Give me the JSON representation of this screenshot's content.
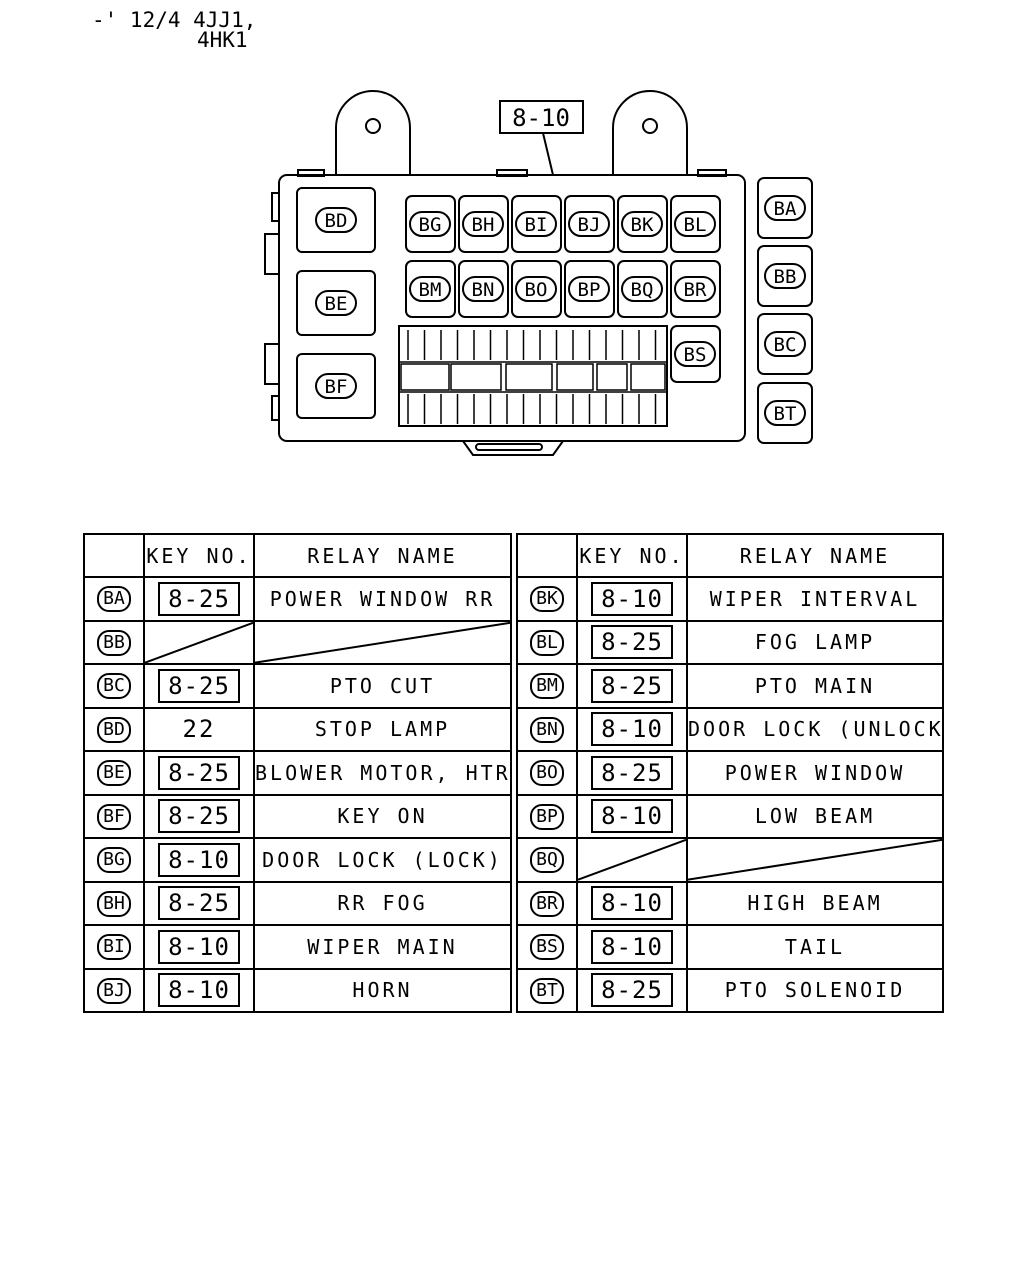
{
  "header": {
    "line1": "-' 12/4 4JJ1,",
    "line2": "4HK1"
  },
  "diagram": {
    "top_key": "8-10",
    "left_relays": [
      "BD",
      "BE",
      "BF"
    ],
    "grid_row1": [
      "BG",
      "BH",
      "BI",
      "BJ",
      "BK",
      "BL"
    ],
    "grid_row2": [
      "BM",
      "BN",
      "BO",
      "BP",
      "BQ",
      "BR"
    ],
    "grid_extra": "BS",
    "side_relays": [
      "BA",
      "BB",
      "BC",
      "BT"
    ]
  },
  "table": {
    "headers": {
      "key": "KEY NO.",
      "name": "RELAY NAME"
    },
    "left": [
      {
        "id": "BA",
        "key": "8-25",
        "name": "POWER WINDOW RR"
      },
      {
        "id": "BB",
        "key": "",
        "name": ""
      },
      {
        "id": "BC",
        "key": "8-25",
        "name": "PTO CUT"
      },
      {
        "id": "BD",
        "key": "22",
        "name": "STOP LAMP"
      },
      {
        "id": "BE",
        "key": "8-25",
        "name": "BLOWER MOTOR, HTR"
      },
      {
        "id": "BF",
        "key": "8-25",
        "name": "KEY ON"
      },
      {
        "id": "BG",
        "key": "8-10",
        "name": "DOOR LOCK (LOCK)"
      },
      {
        "id": "BH",
        "key": "8-25",
        "name": "RR FOG"
      },
      {
        "id": "BI",
        "key": "8-10",
        "name": "WIPER MAIN"
      },
      {
        "id": "BJ",
        "key": "8-10",
        "name": "HORN"
      }
    ],
    "right": [
      {
        "id": "BK",
        "key": "8-10",
        "name": "WIPER INTERVAL"
      },
      {
        "id": "BL",
        "key": "8-25",
        "name": "FOG LAMP"
      },
      {
        "id": "BM",
        "key": "8-25",
        "name": "PTO MAIN"
      },
      {
        "id": "BN",
        "key": "8-10",
        "name": "DOOR LOCK (UNLOCK)"
      },
      {
        "id": "BO",
        "key": "8-25",
        "name": "POWER WINDOW"
      },
      {
        "id": "BP",
        "key": "8-10",
        "name": "LOW BEAM"
      },
      {
        "id": "BQ",
        "key": "",
        "name": ""
      },
      {
        "id": "BR",
        "key": "8-10",
        "name": "HIGH BEAM"
      },
      {
        "id": "BS",
        "key": "8-10",
        "name": "TAIL"
      },
      {
        "id": "BT",
        "key": "8-25",
        "name": "PTO SOLENOID"
      }
    ]
  }
}
